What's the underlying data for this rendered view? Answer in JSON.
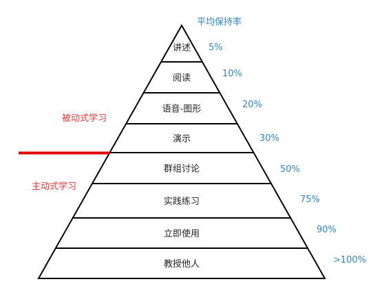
{
  "header": {
    "title": "平均保持率"
  },
  "modes": {
    "passive": "被动式学习",
    "active": "主动式学习"
  },
  "layers": [
    {
      "label": "讲述",
      "rate": "5%"
    },
    {
      "label": "阅读",
      "rate": "10%"
    },
    {
      "label": "语音-图形",
      "rate": "20%"
    },
    {
      "label": "演示",
      "rate": "30%"
    },
    {
      "label": "群组讨论",
      "rate": "50%"
    },
    {
      "label": "实践练习",
      "rate": "75%"
    },
    {
      "label": "立即使用",
      "rate": "90%"
    },
    {
      "label": "教授他人",
      "rate": ">100%"
    }
  ],
  "colors": {
    "outline": "#000000",
    "rate_text": "#2e86c8",
    "mode_text": "#e53935",
    "divider": "#e50000"
  }
}
